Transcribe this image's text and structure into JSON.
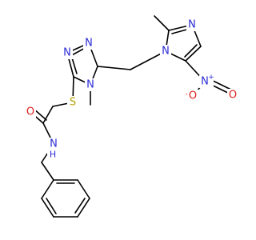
{
  "colors": {
    "bond": "#000000",
    "nitrogen": "#2b2bd6",
    "oxygen": "#e0201b",
    "sulfur": "#b8a000",
    "background": "#ffffff"
  },
  "atoms": {
    "n_triazole_1": {
      "text": "N",
      "charge": "",
      "element": "nitrogen"
    },
    "n_triazole_2": {
      "text": "N",
      "charge": "",
      "element": "nitrogen"
    },
    "n_triazole_4": {
      "text": "N",
      "charge": "",
      "element": "nitrogen"
    },
    "n_imidazole_3": {
      "text": "N",
      "charge": "",
      "element": "nitrogen"
    },
    "n_imidazole_1": {
      "text": "N",
      "charge": "",
      "element": "nitrogen"
    },
    "n_nitro": {
      "text": "N",
      "charge": "+",
      "element": "nitrogen"
    },
    "o_nitro_double": {
      "text": "O",
      "charge": "",
      "element": "oxygen"
    },
    "o_nitro_single": {
      "text": "O",
      "charge": "-",
      "element": "oxygen"
    },
    "s_thioether": {
      "text": "S",
      "charge": "",
      "element": "sulfur"
    },
    "o_carbonyl": {
      "text": "O",
      "charge": "",
      "element": "oxygen"
    },
    "nh_amide": {
      "text": "N",
      "subtext": "H",
      "charge": "",
      "element": "nitrogen"
    }
  }
}
